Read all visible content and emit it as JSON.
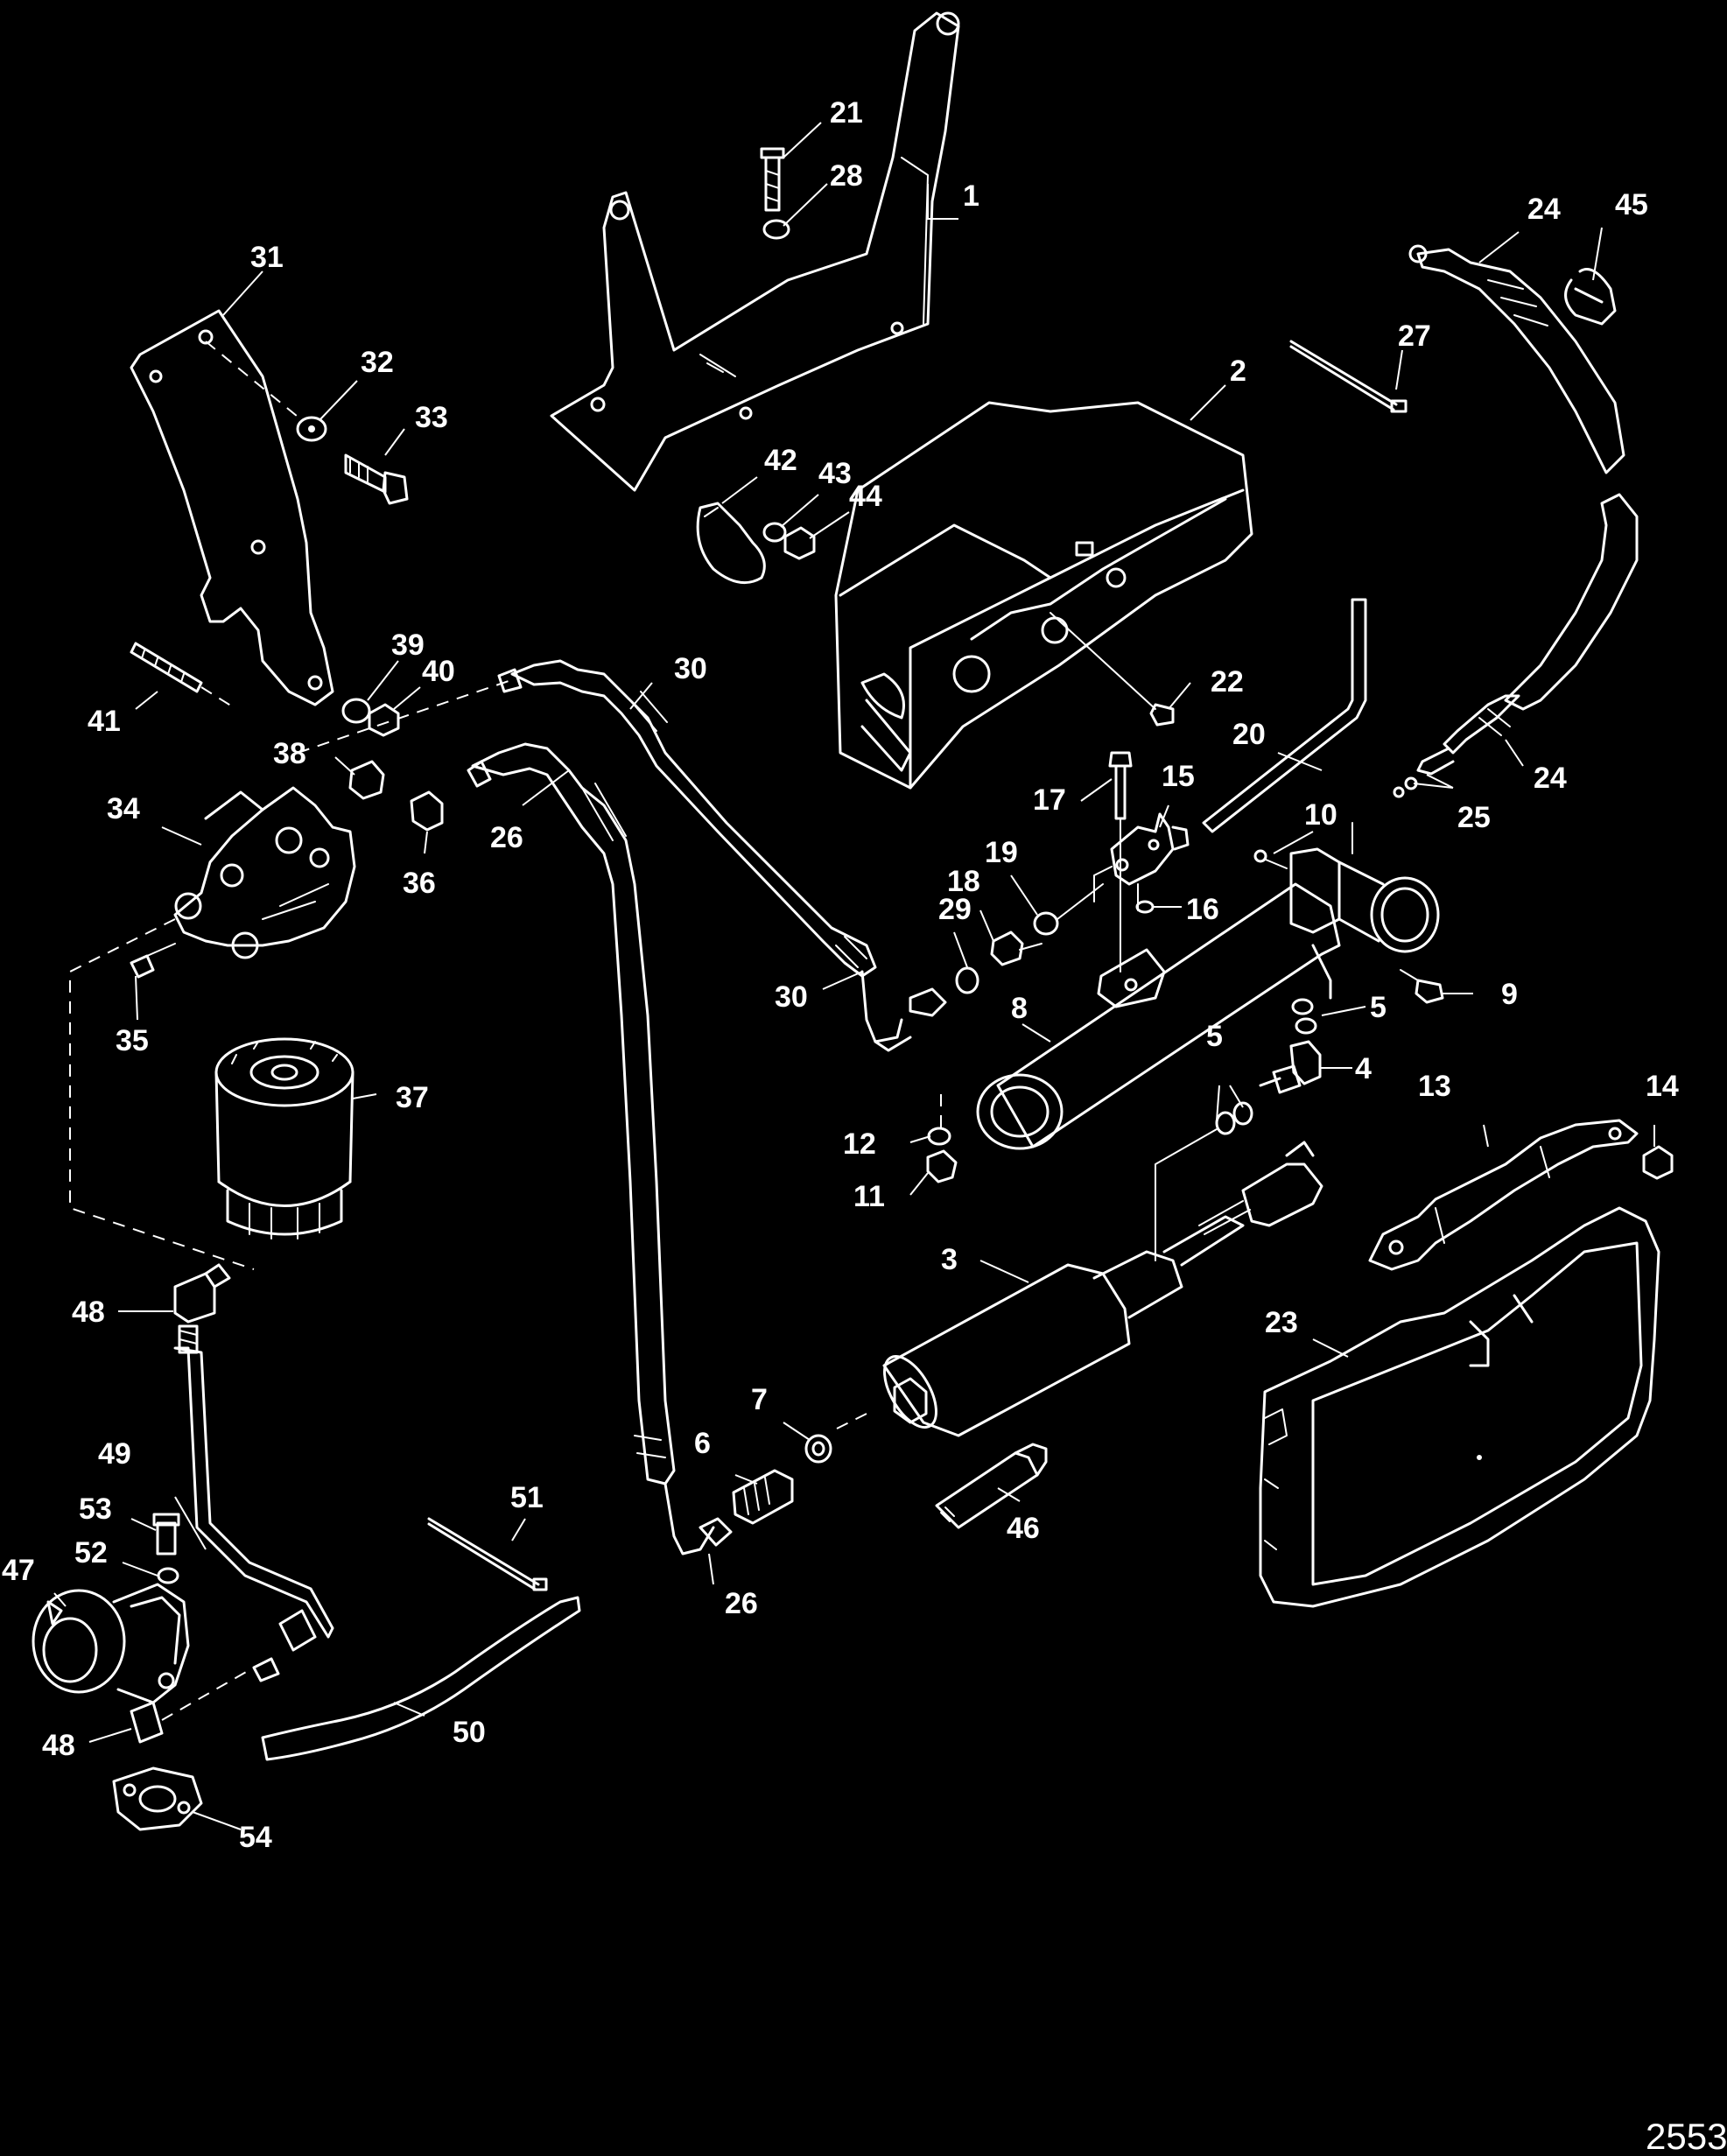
{
  "figure_number": "2553",
  "colors": {
    "background": "#000000",
    "linework": "#ffffff"
  },
  "callouts": [
    "1",
    "2",
    "3",
    "4",
    "5",
    "6",
    "7",
    "8",
    "9",
    "10",
    "11",
    "12",
    "13",
    "14",
    "15",
    "16",
    "17",
    "18",
    "19",
    "20",
    "21",
    "22",
    "23",
    "24",
    "25",
    "26",
    "27",
    "28",
    "29",
    "30",
    "31",
    "32",
    "33",
    "34",
    "35",
    "36",
    "37",
    "38",
    "39",
    "40",
    "41",
    "42",
    "43",
    "44",
    "45",
    "46",
    "47",
    "48",
    "49",
    "50",
    "51",
    "52",
    "53",
    "54"
  ]
}
